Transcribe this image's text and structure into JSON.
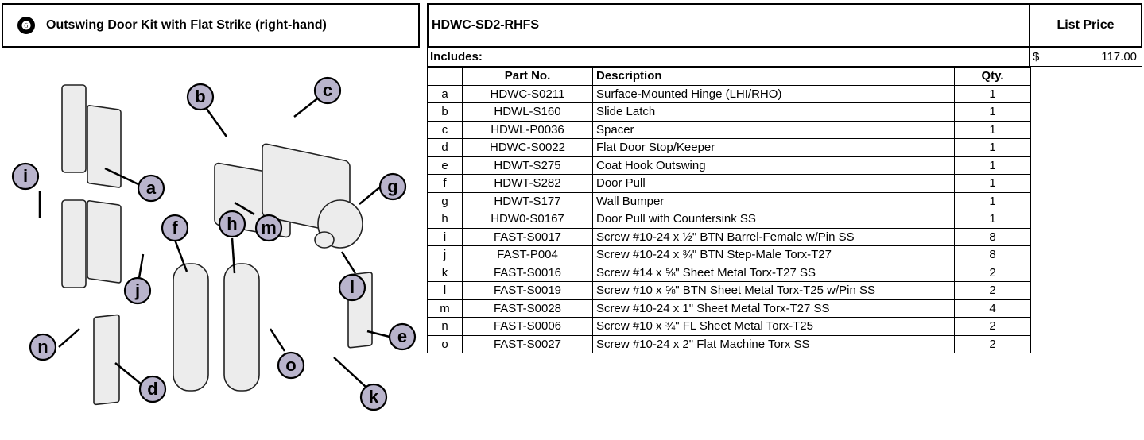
{
  "header": {
    "badge": "❻",
    "title": "Outswing Door Kit with Flat Strike (right-hand)",
    "sku": "HDWC-SD2-RHFS",
    "price_header": "List Price"
  },
  "includes_label": "Includes:",
  "price": {
    "currency": "$",
    "amount": "117.00"
  },
  "table": {
    "headers": [
      "",
      "Part No.",
      "Description",
      "Qty."
    ],
    "rows": [
      [
        "a",
        "HDWC-S0211",
        "Surface-Mounted Hinge (LHI/RHO)",
        "1"
      ],
      [
        "b",
        "HDWL-S160",
        "Slide Latch",
        "1"
      ],
      [
        "c",
        "HDWL-P0036",
        "Spacer",
        "1"
      ],
      [
        "d",
        "HDWC-S0022",
        "Flat Door Stop/Keeper",
        "1"
      ],
      [
        "e",
        "HDWT-S275",
        "Coat Hook Outswing",
        "1"
      ],
      [
        "f",
        "HDWT-S282",
        "Door Pull",
        "1"
      ],
      [
        "g",
        "HDWT-S177",
        "Wall Bumper",
        "1"
      ],
      [
        "h",
        "HDW0-S0167",
        "Door Pull with Countersink SS",
        "1"
      ],
      [
        "i",
        "FAST-S0017",
        "Screw #10-24 x ½\" BTN Barrel-Female w/Pin SS",
        "8"
      ],
      [
        "j",
        "FAST-P004",
        "Screw #10-24 x ¾\" BTN Step-Male Torx-T27",
        "8"
      ],
      [
        "k",
        "FAST-S0016",
        "Screw #14 x ⅝\" Sheet Metal Torx-T27 SS",
        "2"
      ],
      [
        "l",
        "FAST-S0019",
        "Screw #10 x ⅝\" BTN Sheet Metal Torx-T25 w/Pin SS",
        "2"
      ],
      [
        "m",
        "FAST-S0028",
        "Screw #10-24 x 1\" Sheet Metal Torx-T27 SS",
        "4"
      ],
      [
        "n",
        "FAST-S0006",
        "Screw #10 x ¾\" FL Sheet Metal Torx-T25",
        "2"
      ],
      [
        "o",
        "FAST-S0027",
        "Screw #10-24 x 2\" Flat Machine Torx SS",
        "2"
      ]
    ]
  },
  "callouts": [
    "a",
    "b",
    "c",
    "d",
    "e",
    "f",
    "g",
    "h",
    "i",
    "j",
    "k",
    "l",
    "m",
    "n",
    "o"
  ]
}
